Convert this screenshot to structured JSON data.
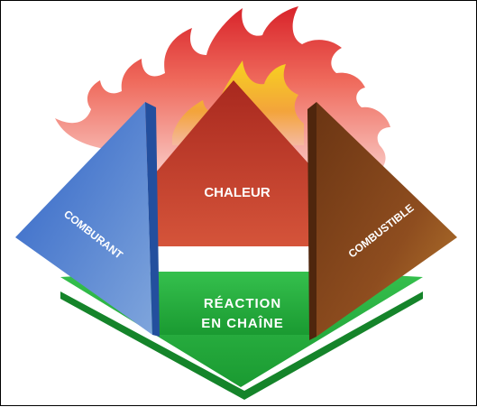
{
  "diagram": {
    "labels": {
      "chaleur": "CHALEUR",
      "comburant": "COMBURANT",
      "combustible": "COMBUSTIBLE",
      "reaction_line1": "RÉACTION",
      "reaction_line2": "EN CHAÎNE"
    },
    "colors": {
      "flame_outer": "#e8453c",
      "flame_inner": "#f6b82a",
      "heat_face": "#c8402a",
      "comburant_face": "#4c7fd6",
      "combustible_face": "#8a4a1e",
      "base_green": "#27b240",
      "white_band": "#ffffff"
    }
  }
}
